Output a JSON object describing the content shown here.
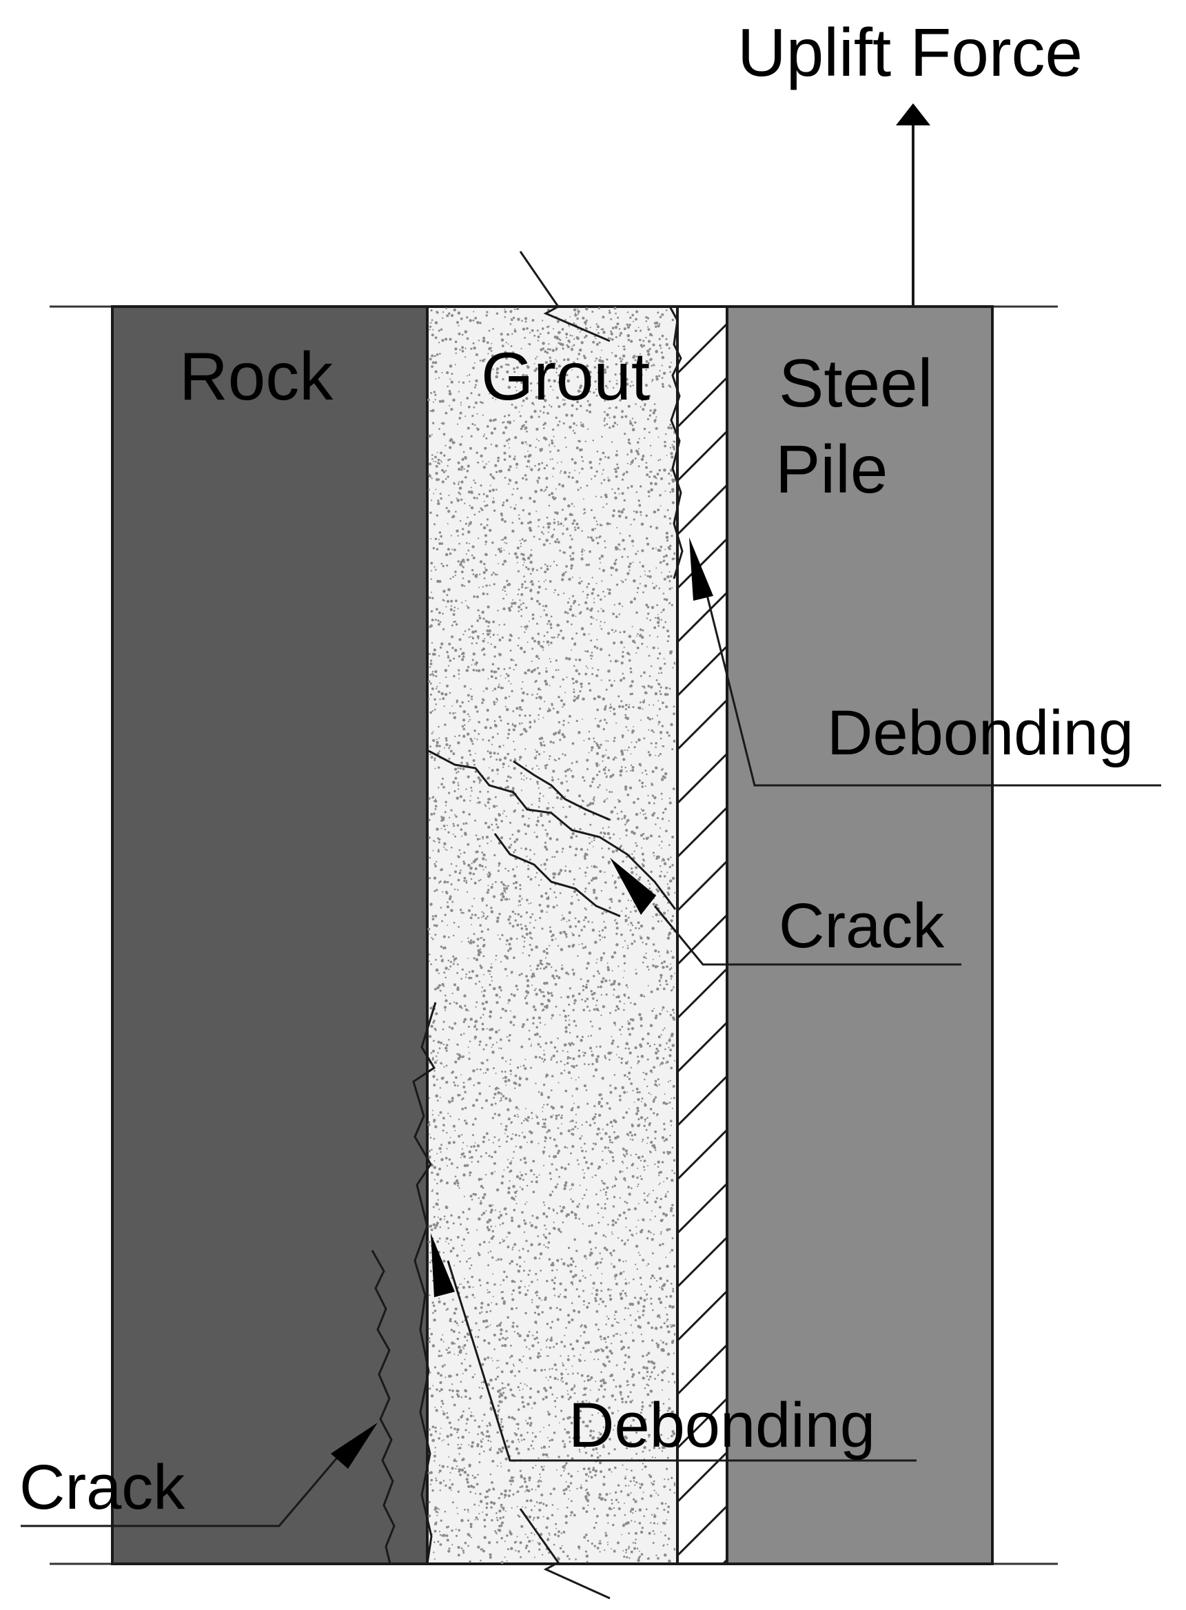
{
  "title": "Uplift Force",
  "layers": {
    "rock": {
      "label": "Rock",
      "color": "#5a5a5a"
    },
    "grout": {
      "label": "Grout",
      "color": "#f2f2f2",
      "speckle": "#8c8c8c"
    },
    "steel_pile": {
      "label_line1": "Steel",
      "label_line2": "Pile",
      "color": "#8a8a8a"
    }
  },
  "annotations": {
    "debonding_pile_grout": "Debonding",
    "crack_grout": "Crack",
    "debonding_rock_grout": "Debonding",
    "crack_rock": "Crack"
  },
  "colors": {
    "outline": "#1a1a1a",
    "background": "#ffffff"
  }
}
